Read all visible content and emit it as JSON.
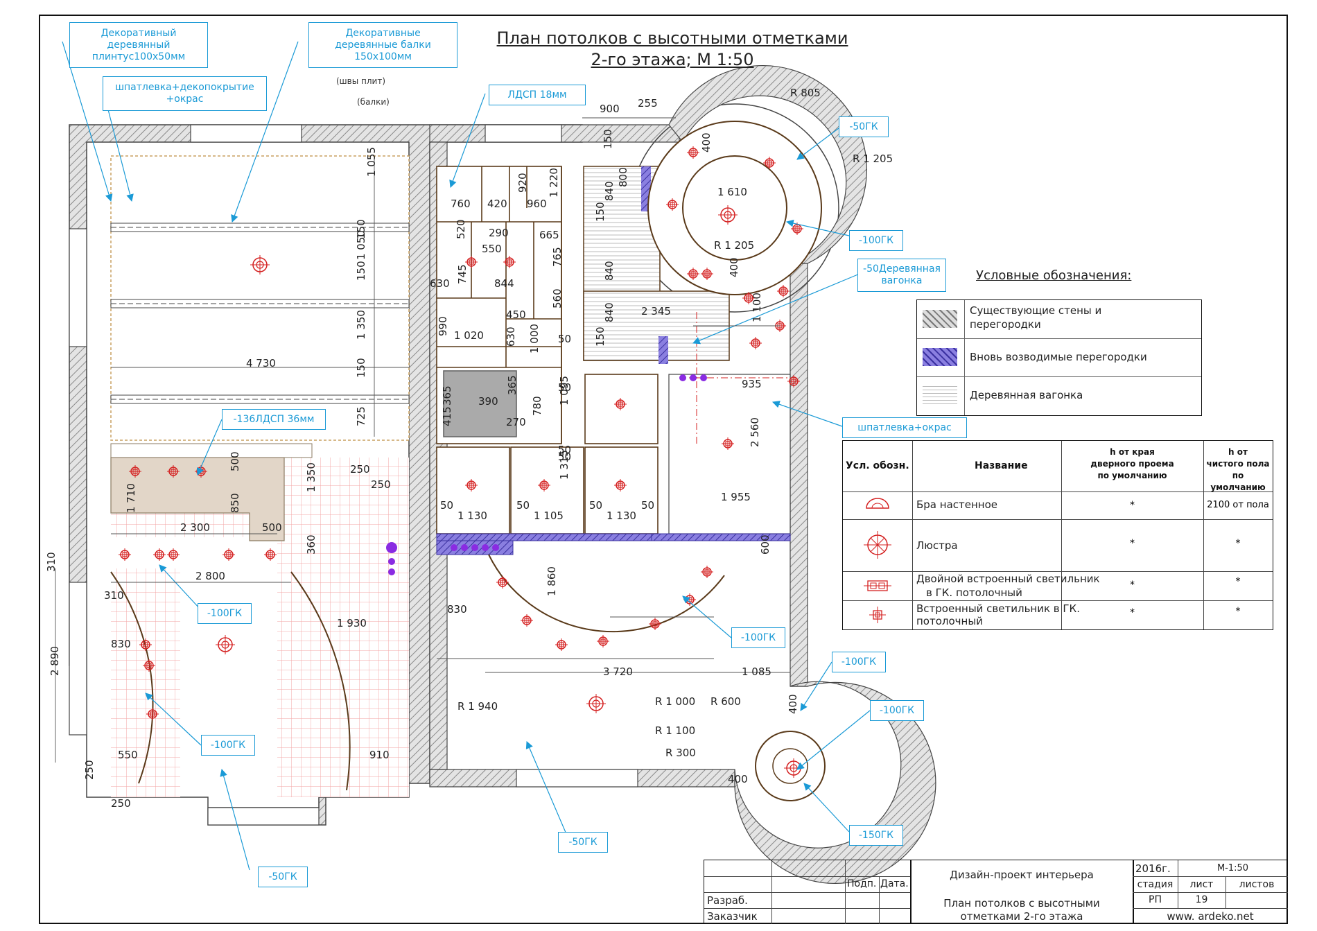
{
  "title": {
    "line1": "План потолков с высотными отметками",
    "line2": "2-го этажа; М 1:50"
  },
  "callouts": [
    {
      "id": "c1",
      "lines": [
        "Декоративный",
        "деревянный",
        "плинтус100х50мм"
      ]
    },
    {
      "id": "c2",
      "lines": [
        "Декоративные",
        "деревянные балки",
        "150х100мм"
      ]
    },
    {
      "id": "c3",
      "lines": [
        "шпатлевка+декопокрытие",
        "+окрас"
      ]
    },
    {
      "id": "c4",
      "lines": [
        "ЛДСП 18мм"
      ]
    },
    {
      "id": "c5",
      "lines": [
        "-50ГК"
      ]
    },
    {
      "id": "c6",
      "lines": [
        "-100ГК"
      ]
    },
    {
      "id": "c7",
      "lines": [
        "-50Деревянная",
        "вагонка"
      ]
    },
    {
      "id": "c8",
      "lines": [
        "шпатлевка+окрас"
      ]
    },
    {
      "id": "c9",
      "lines": [
        "-136ЛДСП 36мм"
      ]
    },
    {
      "id": "c10",
      "lines": [
        "-100ГК"
      ]
    },
    {
      "id": "c11",
      "lines": [
        "-100ГК"
      ]
    },
    {
      "id": "c12",
      "lines": [
        "-100ГК"
      ]
    },
    {
      "id": "c13",
      "lines": [
        "-100ГК"
      ]
    },
    {
      "id": "c14",
      "lines": [
        "-100ГК"
      ]
    },
    {
      "id": "c15",
      "lines": [
        "-150ГК"
      ]
    },
    {
      "id": "c16",
      "lines": [
        "-50ГК"
      ]
    },
    {
      "id": "c17",
      "lines": [
        "-50ГК"
      ]
    }
  ],
  "notes": {
    "seams": "(швы плит)",
    "beams": "(балки)"
  },
  "dimensions": [
    "900",
    "255",
    "R 805",
    "R 1 205",
    "150",
    "800",
    "400",
    "1 610",
    "R 1 205",
    "840",
    "840",
    "150",
    "400",
    "2 345",
    "840",
    "150",
    "1 100",
    "1 055",
    "150",
    "1 050",
    "150",
    "1 350",
    "150",
    "725",
    "4 730",
    "760",
    "420",
    "920",
    "960",
    "1 220",
    "290",
    "550",
    "665",
    "520",
    "630",
    "745",
    "844",
    "765",
    "560",
    "450",
    "1 020",
    "990",
    "630",
    "1 000",
    "50",
    "50",
    "1 095",
    "365",
    "390",
    "365",
    "415",
    "270",
    "780",
    "50",
    "1 315",
    "50",
    "1 130",
    "1 105",
    "1 130",
    "50",
    "50",
    "50",
    "50",
    "935",
    "2 560",
    "1 955",
    "250",
    "250",
    "1 710",
    "500",
    "850",
    "1 350",
    "500",
    "2 300",
    "360",
    "2 800",
    "310",
    "310",
    "830",
    "1 930",
    "600",
    "1 860",
    "830",
    "3 720",
    "1 085",
    "R 1 940",
    "R 1 000",
    "R 600",
    "400",
    "R 1 100",
    "R 300",
    "400",
    "2 890",
    "550",
    "910",
    "250",
    "250"
  ],
  "legend": {
    "title": "Условные обозначения:",
    "items": [
      {
        "label1": "Существующие стены и",
        "label2": "перегородки"
      },
      {
        "label1": "Вновь возводимые перегородки",
        "label2": ""
      },
      {
        "label1": "Деревянная вагонка",
        "label2": ""
      }
    ]
  },
  "fixtures_table": {
    "headers": [
      "Усл. обозн.",
      "Название",
      "h от края",
      "дверного проема",
      "по умолчанию",
      "h от",
      "чистого пола",
      "по умолчанию"
    ],
    "rows": [
      {
        "name1": "Бра настенное",
        "name2": "",
        "h1": "*",
        "h2": "2100 от пола"
      },
      {
        "name1": "Люстра",
        "name2": "",
        "h1": "*",
        "h2": "*"
      },
      {
        "name1": "Двойной встроенный светильник",
        "name2": "в  ГК. потолочный",
        "h1": "*",
        "h2": "*"
      },
      {
        "name1": "Встроенный светильник в ГК.",
        "name2": "потолочный",
        "h1": "*",
        "h2": "*"
      }
    ]
  },
  "title_block": {
    "project": "Дизайн-проект интерьера",
    "year": "2016г.",
    "scale": "М-1:50",
    "stage_label": "стадия",
    "sheet_label": "лист",
    "sheets_label": "листов",
    "stage": "РП",
    "sheet": "19",
    "sign_label": "Подп.",
    "date_label": "Дата.",
    "developer_label": "Разраб.",
    "client_label": "Заказчик",
    "sheet_title1": "План потолков с высотными",
    "sheet_title2": "отметками 2-го этажа",
    "website": "www. ardeko.net"
  },
  "colors": {
    "callout": "#1a9ad6",
    "wall_hatch": "#888888",
    "new_partition": "#6a5acd",
    "light_symbol": "#d42020",
    "grid": "#f0a0a0",
    "beam": "#c8a060"
  }
}
